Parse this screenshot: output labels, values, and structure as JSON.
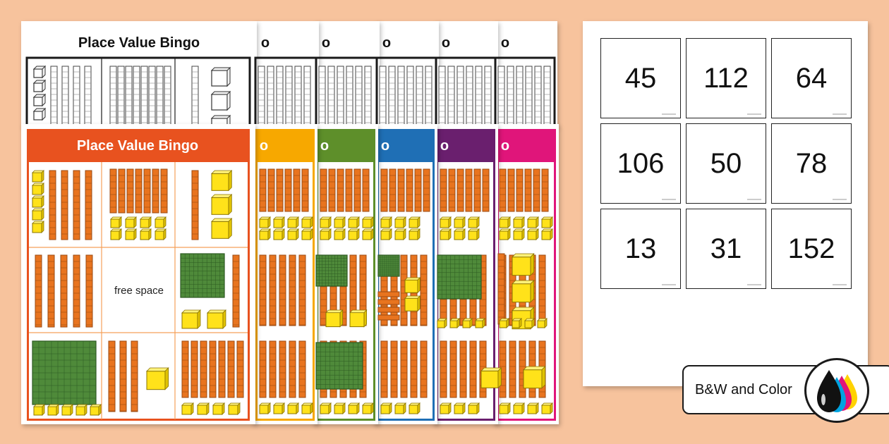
{
  "bw_sheet": {
    "title": "Place Value Bingo"
  },
  "color_sheet": {
    "title": "Place Value Bingo",
    "free_space_label": "free space"
  },
  "stack_title_fragment": "o",
  "color_variants": [
    {
      "name": "red",
      "header": "#e8521f",
      "frame": "#e8521f"
    },
    {
      "name": "orange",
      "header": "#f7a800",
      "frame": "#f7a800"
    },
    {
      "name": "green",
      "header": "#5e8f2a",
      "frame": "#5e8f2a"
    },
    {
      "name": "blue",
      "header": "#1f6fb5",
      "frame": "#1f6fb5"
    },
    {
      "name": "purple",
      "header": "#6a1f6e",
      "frame": "#6a1f6e"
    },
    {
      "name": "pink",
      "header": "#e0157a",
      "frame": "#e0157a"
    }
  ],
  "colors": {
    "background": "#f7c39d",
    "rod": "#e8741f",
    "rod_edge": "#9b4a10",
    "unit": "#ffe21a",
    "unit_edge": "#8a7400",
    "flat": "#4f8a3a",
    "flat_edge": "#2d5a22"
  },
  "calling_cards": [
    {
      "number": "45"
    },
    {
      "number": "112"
    },
    {
      "number": "64"
    },
    {
      "number": "106"
    },
    {
      "number": "50"
    },
    {
      "number": "78"
    },
    {
      "number": "13"
    },
    {
      "number": "31"
    },
    {
      "number": "152"
    }
  ],
  "badge": {
    "label": "B&W and Color",
    "icon": "ink-drops-icon"
  }
}
